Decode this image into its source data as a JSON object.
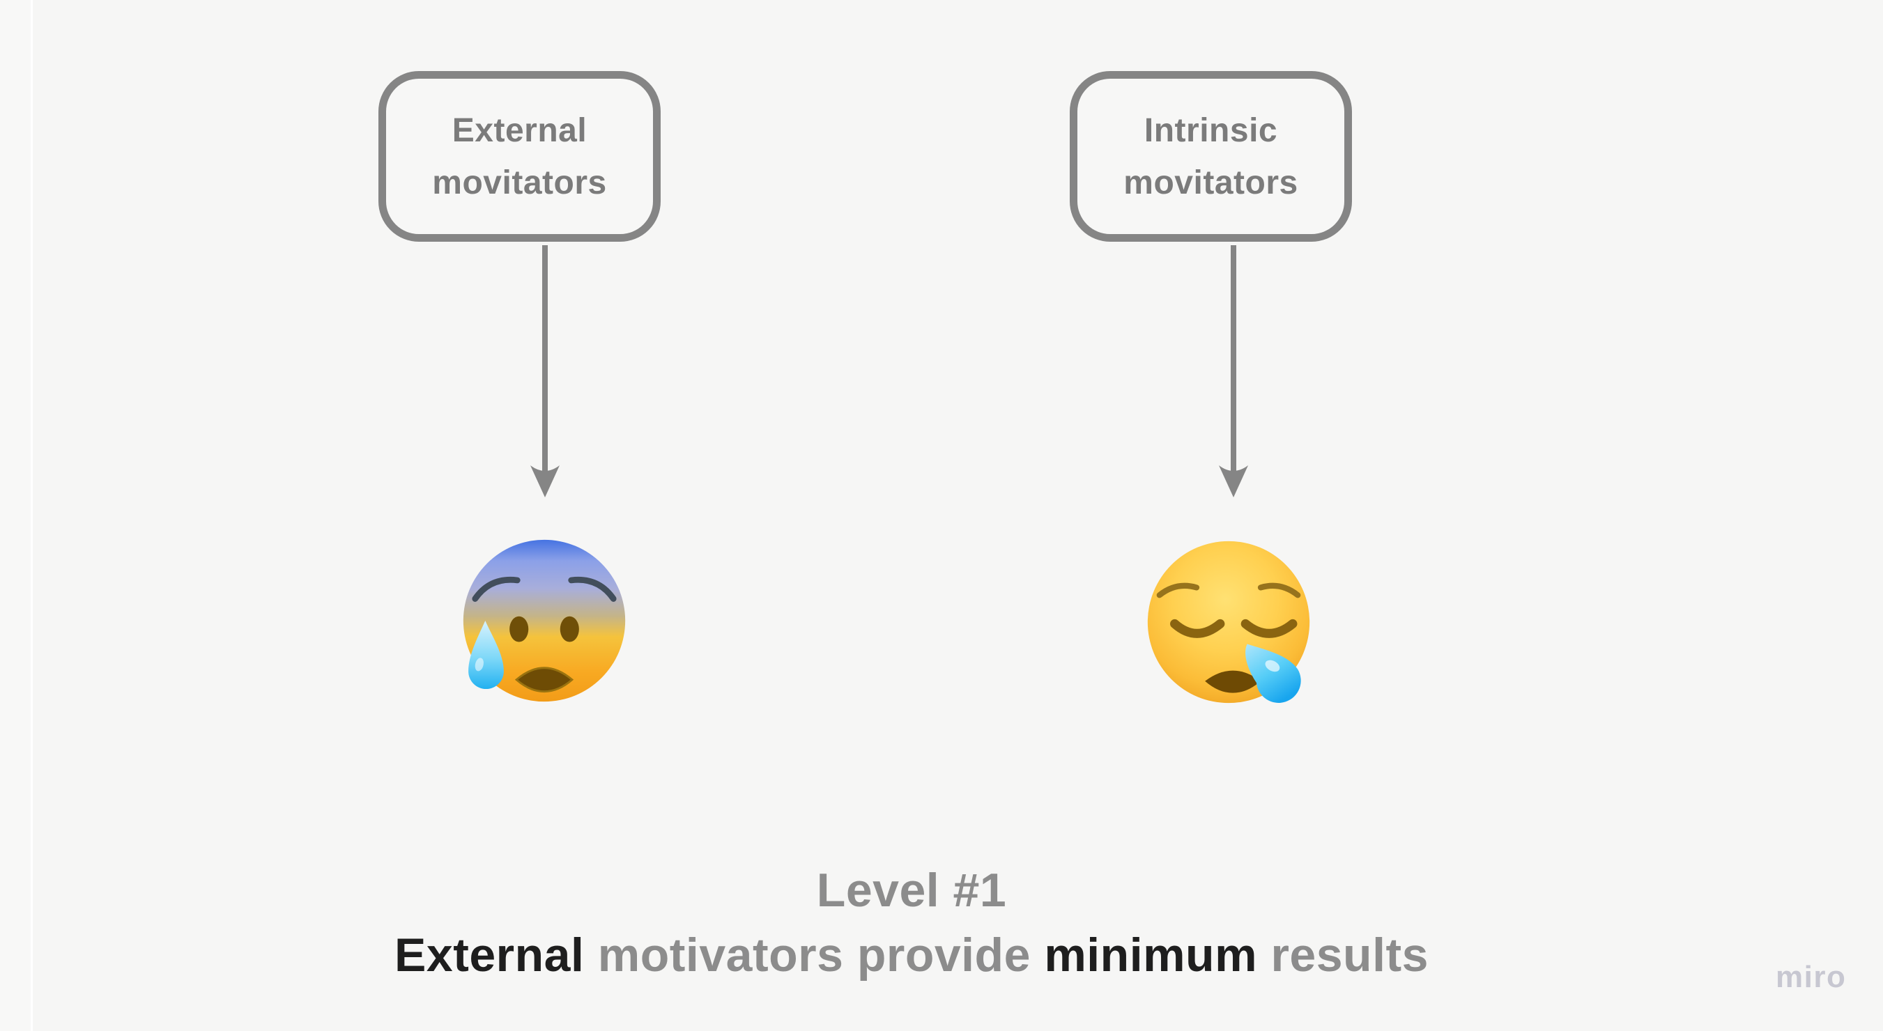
{
  "board": {
    "background": "#f6f6f5",
    "watermark": "miro"
  },
  "shapes": {
    "external_box": {
      "line1": "External",
      "line2": "movitators"
    },
    "intrinsic_box": {
      "line1": "Intrinsic",
      "line2": "movitators"
    }
  },
  "connectors": {
    "left_arrow": "down-arrow",
    "right_arrow": "down-arrow"
  },
  "emojis": {
    "left": {
      "name": "anxious-face-with-cold-sweat",
      "char": "😰"
    },
    "right": {
      "name": "sleepy-face",
      "char": "😪"
    }
  },
  "caption": {
    "line1": "Level #1",
    "line2": [
      {
        "text": "External",
        "tone": "dark"
      },
      {
        "text": " motivators provide ",
        "tone": "gray"
      },
      {
        "text": "minimum",
        "tone": "dark"
      },
      {
        "text": " results",
        "tone": "gray"
      }
    ]
  },
  "colors": {
    "background": "#f6f6f5",
    "shape_stroke": "#858585",
    "shape_text": "#7b7b7b",
    "caption_gray": "#8c8c8c",
    "caption_dark": "#1e1e1e",
    "watermark": "#c7c7d1",
    "sweat_blue": "#22b1f0",
    "face_yellow": "#ffd050",
    "face_blue_top": "#4673e2"
  }
}
